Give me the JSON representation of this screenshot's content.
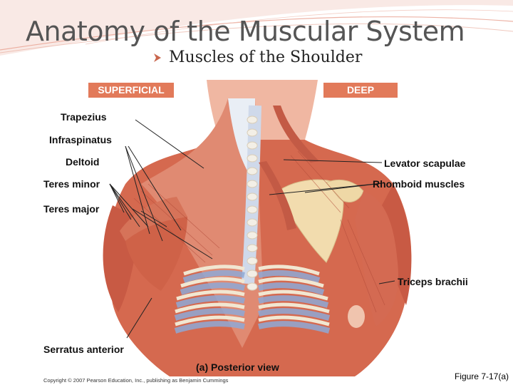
{
  "slide": {
    "title": "Anatomy of the Muscular System",
    "bullet_icon": "arrow-bullet-icon",
    "bullet_text": "Muscles of the Shoulder",
    "accent_color": "#e27a5a",
    "figure_number": "Figure 7-17(a)"
  },
  "figure": {
    "left_header": "SUPERFICIAL",
    "right_header": "DEEP",
    "labels_left": [
      "Trapezius",
      "Infraspinatus",
      "Deltoid",
      "Teres minor",
      "Teres major",
      "Serratus anterior"
    ],
    "labels_right": [
      "Levator scapulae",
      "Rhomboid muscles",
      "Triceps brachii"
    ],
    "caption": "(a) Posterior view",
    "copyright": "Copyright © 2007 Pearson Education, Inc., publishing as Benjamin Cummings"
  }
}
